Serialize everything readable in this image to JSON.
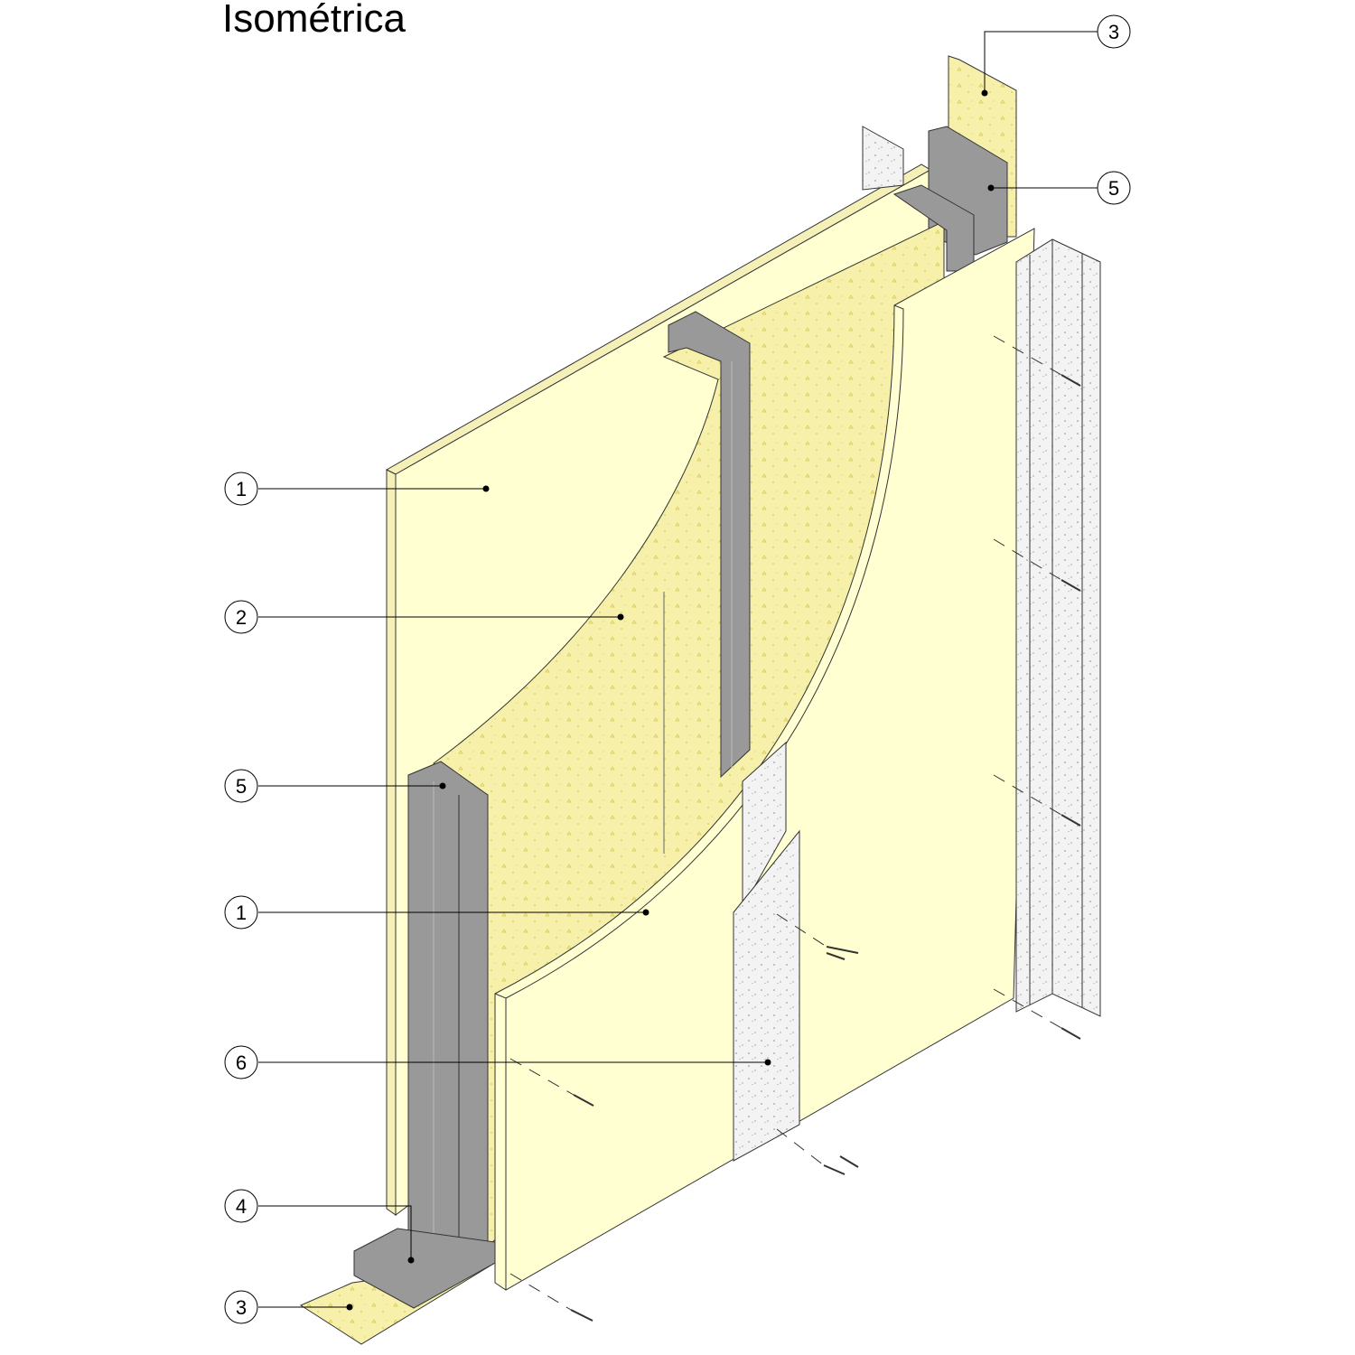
{
  "title": "Isométrica",
  "colors": {
    "board": "#FFFFD2",
    "board_edge": "#F4F0B8",
    "insulation": "#F6EFA6",
    "steel": "#999999",
    "steel_dark": "#7E7E7E",
    "cement_board": "#F2F2F2"
  },
  "callouts": [
    {
      "label": "3",
      "side": "right"
    },
    {
      "label": "5",
      "side": "right"
    },
    {
      "label": "1",
      "side": "left"
    },
    {
      "label": "2",
      "side": "left"
    },
    {
      "label": "5",
      "side": "left"
    },
    {
      "label": "1",
      "side": "left"
    },
    {
      "label": "6",
      "side": "left"
    },
    {
      "label": "4",
      "side": "left"
    },
    {
      "label": "3",
      "side": "left"
    }
  ]
}
